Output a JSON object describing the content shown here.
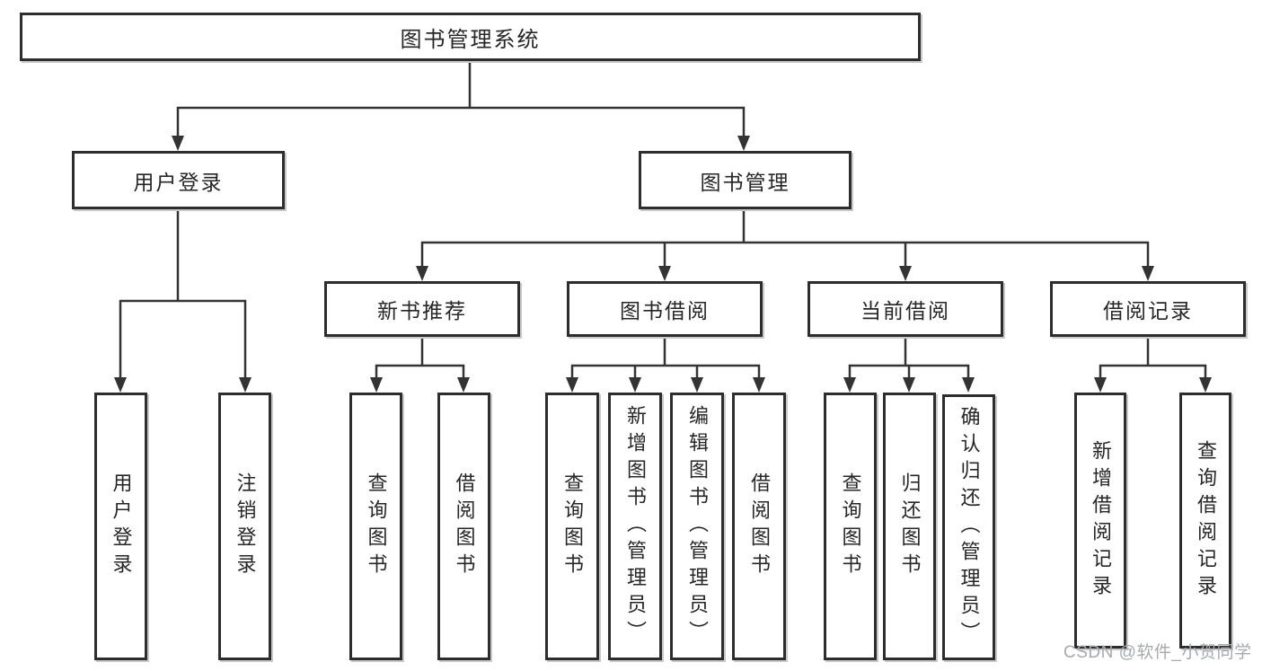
{
  "diagram": {
    "root": {
      "label": "图书管理系统"
    },
    "branches": [
      {
        "label": "用户登录",
        "children": [
          {
            "label": "用户登录"
          },
          {
            "label": "注销登录"
          }
        ]
      },
      {
        "label": "图书管理",
        "children": [
          {
            "label": "新书推荐",
            "children": [
              {
                "label": "查询图书"
              },
              {
                "label": "借阅图书"
              }
            ]
          },
          {
            "label": "图书借阅",
            "children": [
              {
                "label": "查询图书"
              },
              {
                "label": "新增图书（管理员）"
              },
              {
                "label": "编辑图书（管理员）"
              },
              {
                "label": "借阅图书"
              }
            ]
          },
          {
            "label": "当前借阅",
            "children": [
              {
                "label": "查询图书"
              },
              {
                "label": "归还图书"
              },
              {
                "label": "确认归还（管理员）"
              }
            ]
          },
          {
            "label": "借阅记录",
            "children": [
              {
                "label": "新增借阅记录"
              },
              {
                "label": "查询借阅记录"
              }
            ]
          }
        ]
      }
    ]
  },
  "watermark": {
    "text": "CSDN @软件_小贺同学"
  },
  "colors": {
    "line": "#333333",
    "box_border": "#2d2d2d",
    "text": "#262626",
    "watermark": "#a6aaae",
    "background": "#ffffff"
  }
}
